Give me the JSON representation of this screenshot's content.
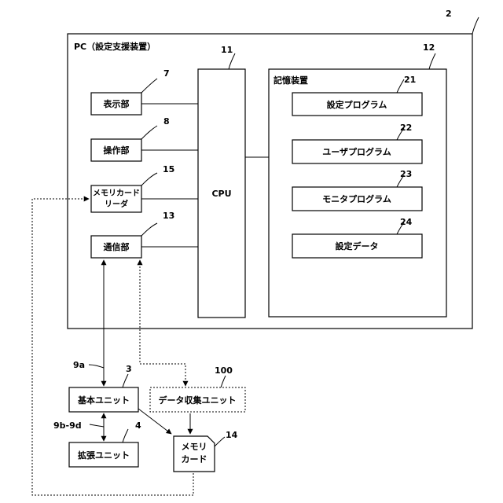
{
  "pc": {
    "title": "PC（設定支援装置）",
    "ref": "2"
  },
  "cpu": {
    "label": "CPU",
    "ref": "11"
  },
  "storage": {
    "title": "記憶装置",
    "ref": "12"
  },
  "programs": [
    {
      "label": "設定プログラム",
      "ref": "21"
    },
    {
      "label": "ユーザプログラム",
      "ref": "22"
    },
    {
      "label": "モニタプログラム",
      "ref": "23"
    },
    {
      "label": "設定データ",
      "ref": "24"
    }
  ],
  "display": {
    "label": "表示部",
    "ref": "7"
  },
  "operation": {
    "label": "操作部",
    "ref": "8"
  },
  "card_reader": {
    "line1": "メモリカード",
    "line2": "リーダ",
    "ref": "15"
  },
  "communication": {
    "label": "通信部",
    "ref": "13"
  },
  "basic_unit": {
    "label": "基本ユニット",
    "ref": "3"
  },
  "expansion_unit": {
    "label": "拡張ユニット",
    "ref": "4"
  },
  "data_collection": {
    "label": "データ収集ユニット",
    "ref": "100"
  },
  "memory_card": {
    "line1": "メモリ",
    "line2": "カード",
    "ref": "14"
  },
  "cables": {
    "pc_link": "9a",
    "expansion_link": "9b-9d"
  }
}
